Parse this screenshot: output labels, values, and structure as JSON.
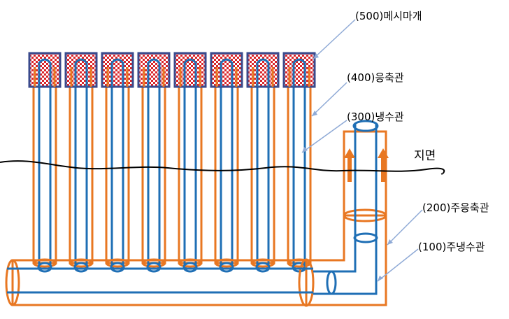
{
  "labels": {
    "mesh_cap": "(500)메시마개",
    "condenser_pipe": "(400)응축관",
    "cooling_pipe": "(300)냉수관",
    "ground": "지면",
    "main_condenser_pipe": "(200)주응축관",
    "main_cooling_pipe": "(100)주냉수관"
  },
  "colors": {
    "orange": "#E87722",
    "blue": "#1F6FB5",
    "arrow": "#8FAAD6",
    "ground_line": "#000000",
    "cap_border": "#3A4A8C",
    "cap_fill_a": "#D9252B",
    "cap_fill_b": "#FFFFFF"
  }
}
